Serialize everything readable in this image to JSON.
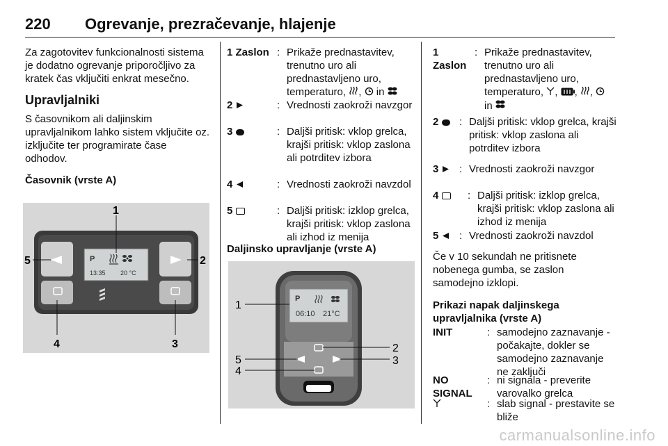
{
  "header": {
    "page_number": "220",
    "title": "Ogrevanje, prezračevanje, hlajenje"
  },
  "col1": {
    "intro": "Za zagotovitev funkcionalnosti sistema je dodatno ogrevanje priporočljivo za kratek čas vključiti enkrat mesečno.",
    "heading": "Upravljalniki",
    "text": "S časovnikom ali daljinskim upravljalnikom lahko sistem vključite oz. izključite ter programirate čase odhodov.",
    "subheading": "Časovnik (vrste A)",
    "figure": {
      "display_line1": "P",
      "time": "13:35",
      "temp": "20 °C",
      "callouts": [
        "1",
        "2",
        "3",
        "4",
        "5"
      ]
    }
  },
  "col2": {
    "items": [
      {
        "key": "1 Zaslon",
        "colon": ":",
        "text_pre": "Prikaže prednastavitev, trenutno uro ali prednastavljeno uro, temperaturo, ",
        "text_post": " in "
      },
      {
        "key": "2",
        "colon": ":",
        "text": "Vrednosti zaokroži navzgor"
      },
      {
        "key": "3",
        "colon": ":",
        "text": "Daljši pritisk: vklop grelca, krajši pritisk: vklop zaslona ali potrditev izbora"
      },
      {
        "key": "4",
        "colon": ":",
        "text": "Vrednosti zaokroži navzdol"
      },
      {
        "key": "5",
        "colon": ":",
        "text": "Daljši pritisk: izklop grelca, krajši pritisk: vklop zaslona ali izhod iz menija"
      }
    ],
    "subheading": "Daljinsko upravljanje (vrste A)",
    "remote": {
      "p": "P",
      "time": "06:10",
      "temp": "21°C",
      "callouts": [
        "1",
        "2",
        "3",
        "4",
        "5"
      ]
    }
  },
  "col3": {
    "item1_key_a": "1",
    "item1_key_b": "Zaslon",
    "item1_text_pre": "Prikaže prednastavitev, trenutno uro ali prednastavljeno uro, temperaturo, ",
    "item1_text_in": "in",
    "item2": {
      "key": "2",
      "colon": ":",
      "text": "Daljši pritisk: vklop grelca, krajši pritisk: vklop zaslona ali potrditev izbora"
    },
    "item3": {
      "key": "3",
      "colon": ":",
      "text": "Vrednosti zaokroži navzgor"
    },
    "item4": {
      "key": "4",
      "colon": ":",
      "text": "Daljši pritisk: izklop grelca, krajši pritisk: vklop zaslona ali izhod iz menija"
    },
    "item5": {
      "key": "5",
      "colon": ":",
      "text": "Vrednosti zaokroži navzdol"
    },
    "para": "Če v 10 sekundah ne pritisnete nobenega gumba, se zaslon samodejno izklopi.",
    "subheading": "Prikazi napak daljinskega upravljalnika (vrste A)",
    "errors": [
      {
        "key": "INIT",
        "colon": ":",
        "text": "samodejno zaznavanje - počakajte, dokler se samodejno zaznavanje ne zaključi"
      },
      {
        "key": "NO SIGNAL",
        "colon": ":",
        "text": "ni signala - preverite varovalko grelca"
      },
      {
        "key": "",
        "colon": ":",
        "text": "slab signal - prestavite se bliže"
      }
    ]
  },
  "footer": "carmanualsonline.info"
}
